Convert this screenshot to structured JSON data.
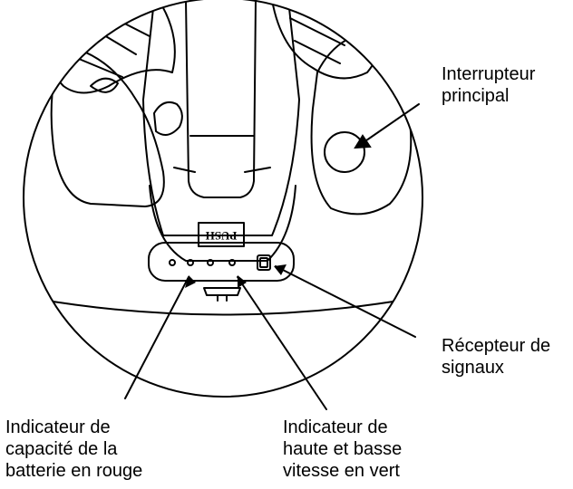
{
  "callouts": {
    "main_switch": {
      "lines": [
        "Interrupteur",
        "principal"
      ]
    },
    "signal_receiver": {
      "lines": [
        "Récepteur de",
        "signaux"
      ]
    },
    "battery_indicator": {
      "lines": [
        "Indicateur de",
        "capacité de la",
        "batterie en rouge"
      ]
    },
    "speed_indicator": {
      "lines": [
        "Indicateur de",
        "haute et basse",
        "vitesse en vert"
      ]
    }
  },
  "device": {
    "push_label": "PUSH"
  },
  "colors": {
    "ink": "#000000",
    "paper": "#ffffff"
  }
}
